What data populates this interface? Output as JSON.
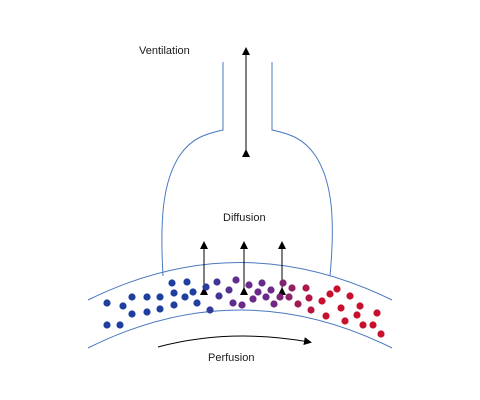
{
  "labels": {
    "ventilation": "Ventilation",
    "diffusion": "Diffusion",
    "perfusion": "Perfusion"
  },
  "colors": {
    "outline": "#4a78c0",
    "arrow": "#000000",
    "deoxygenated": "#1f3fa0",
    "mixed": "#6a2a8a",
    "oxygenated": "#c8102e"
  }
}
